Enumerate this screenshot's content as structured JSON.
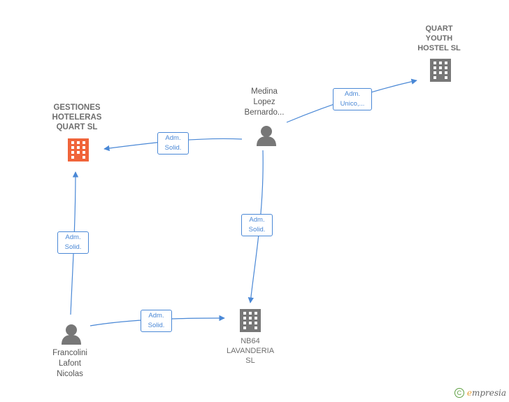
{
  "nodes": {
    "quart_youth": {
      "lines": [
        "QUART",
        "YOUTH",
        "HOSTEL SL"
      ],
      "type": "company",
      "color": "#777777"
    },
    "gestiones": {
      "lines": [
        "GESTIONES",
        "HOTELERAS",
        "QUART SL"
      ],
      "type": "company",
      "color": "#f0643a"
    },
    "nb64": {
      "lines": [
        "NB64",
        "LAVANDERIA",
        "SL"
      ],
      "type": "company",
      "color": "#777777"
    },
    "medina": {
      "lines": [
        "Medina",
        "Lopez",
        "Bernardo..."
      ],
      "type": "person",
      "color": "#777777"
    },
    "francolini": {
      "lines": [
        "Francolini",
        "Lafont",
        "Nicolas"
      ],
      "type": "person",
      "color": "#777777"
    }
  },
  "relations": [
    {
      "id": "medina-quart",
      "lines": [
        "Adm.",
        "Unico,..."
      ]
    },
    {
      "id": "medina-gestiones",
      "lines": [
        "Adm.",
        "Solid."
      ]
    },
    {
      "id": "medina-nb64",
      "lines": [
        "Adm.",
        "Solid."
      ]
    },
    {
      "id": "francolini-gestiones",
      "lines": [
        "Adm.",
        "Solid."
      ]
    },
    {
      "id": "francolini-nb64",
      "lines": [
        "Adm.",
        "Solid."
      ]
    }
  ],
  "brand": {
    "copyright": "C",
    "name_first": "e",
    "name_rest": "mpresia"
  },
  "colors": {
    "edge": "#4a88d6",
    "accent_company": "#f0643a",
    "icon_gray": "#777777"
  }
}
